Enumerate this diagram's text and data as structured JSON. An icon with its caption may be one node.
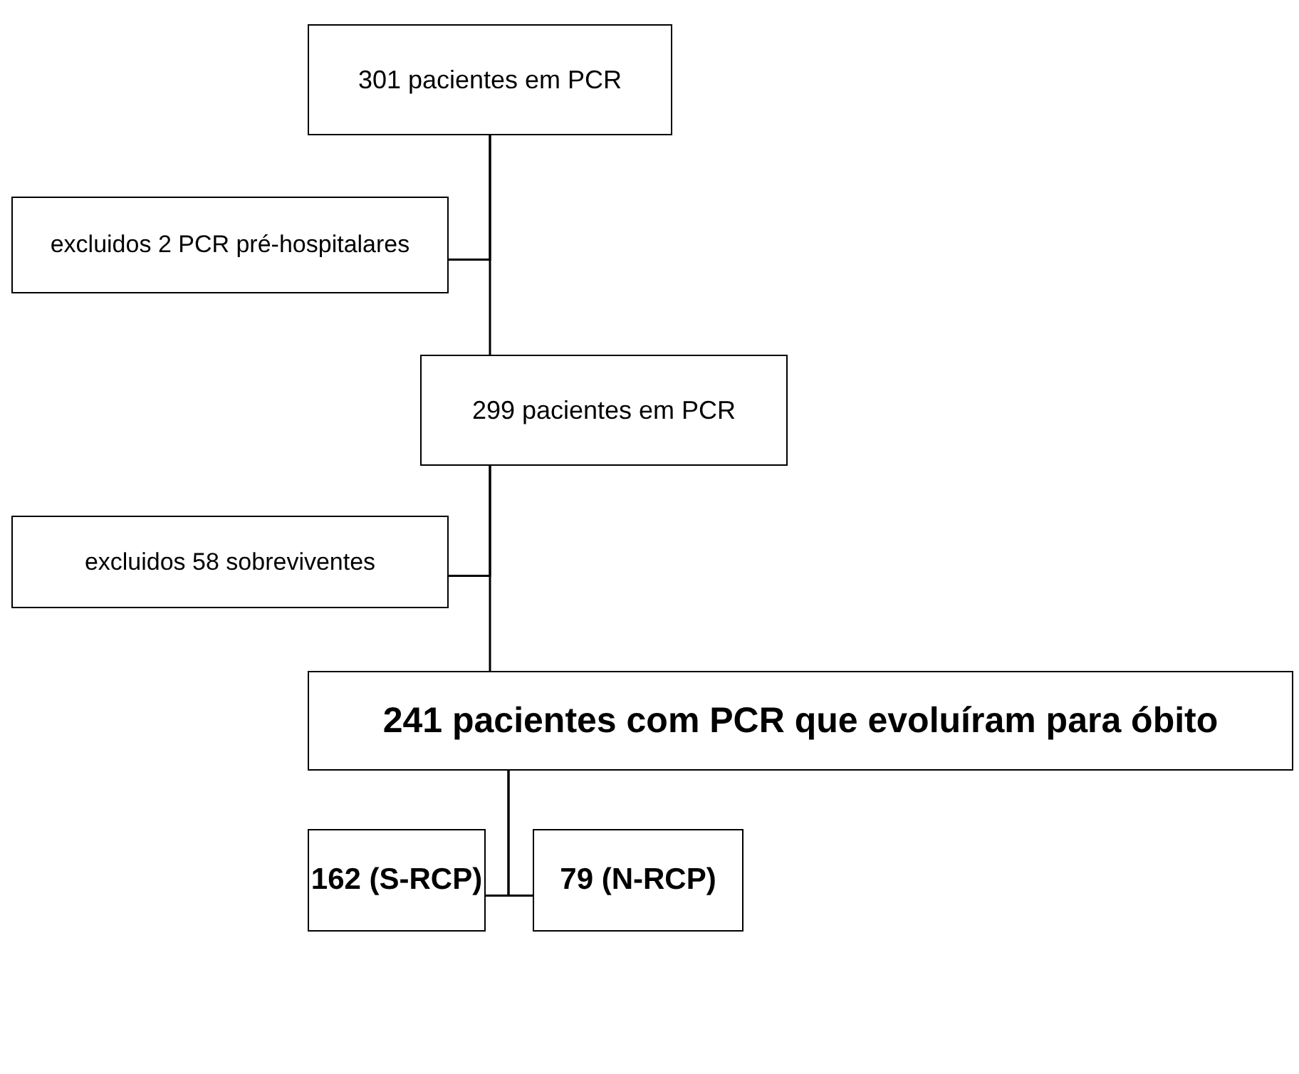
{
  "diagram": {
    "nodes": [
      {
        "text": [
          "301 pacientes em PCR"
        ]
      },
      {
        "text": [
          "excluidos 2 PCR pré-hospitalares"
        ]
      },
      {
        "text": [
          "299 pacientes em PCR"
        ]
      },
      {
        "text": [
          "excluidos 58 sobreviventes"
        ]
      },
      {
        "text": [
          "241 pacientes com PCR que evoluíram para óbito"
        ]
      },
      {
        "text": [
          "162 (S-RCP)"
        ]
      },
      {
        "text": [
          "79 (N-RCP)"
        ]
      }
    ],
    "edges": [
      {
        "from": 0,
        "to": 2,
        "arrow": "none"
      },
      {
        "from": 0,
        "to": 1,
        "arrow": "none"
      },
      {
        "from": 2,
        "to": 4,
        "arrow": "none"
      },
      {
        "from": 2,
        "to": 3,
        "arrow": "none"
      },
      {
        "from": 4,
        "to": 5,
        "arrow": "none"
      },
      {
        "from": 4,
        "to": 6,
        "arrow": "none"
      }
    ]
  }
}
